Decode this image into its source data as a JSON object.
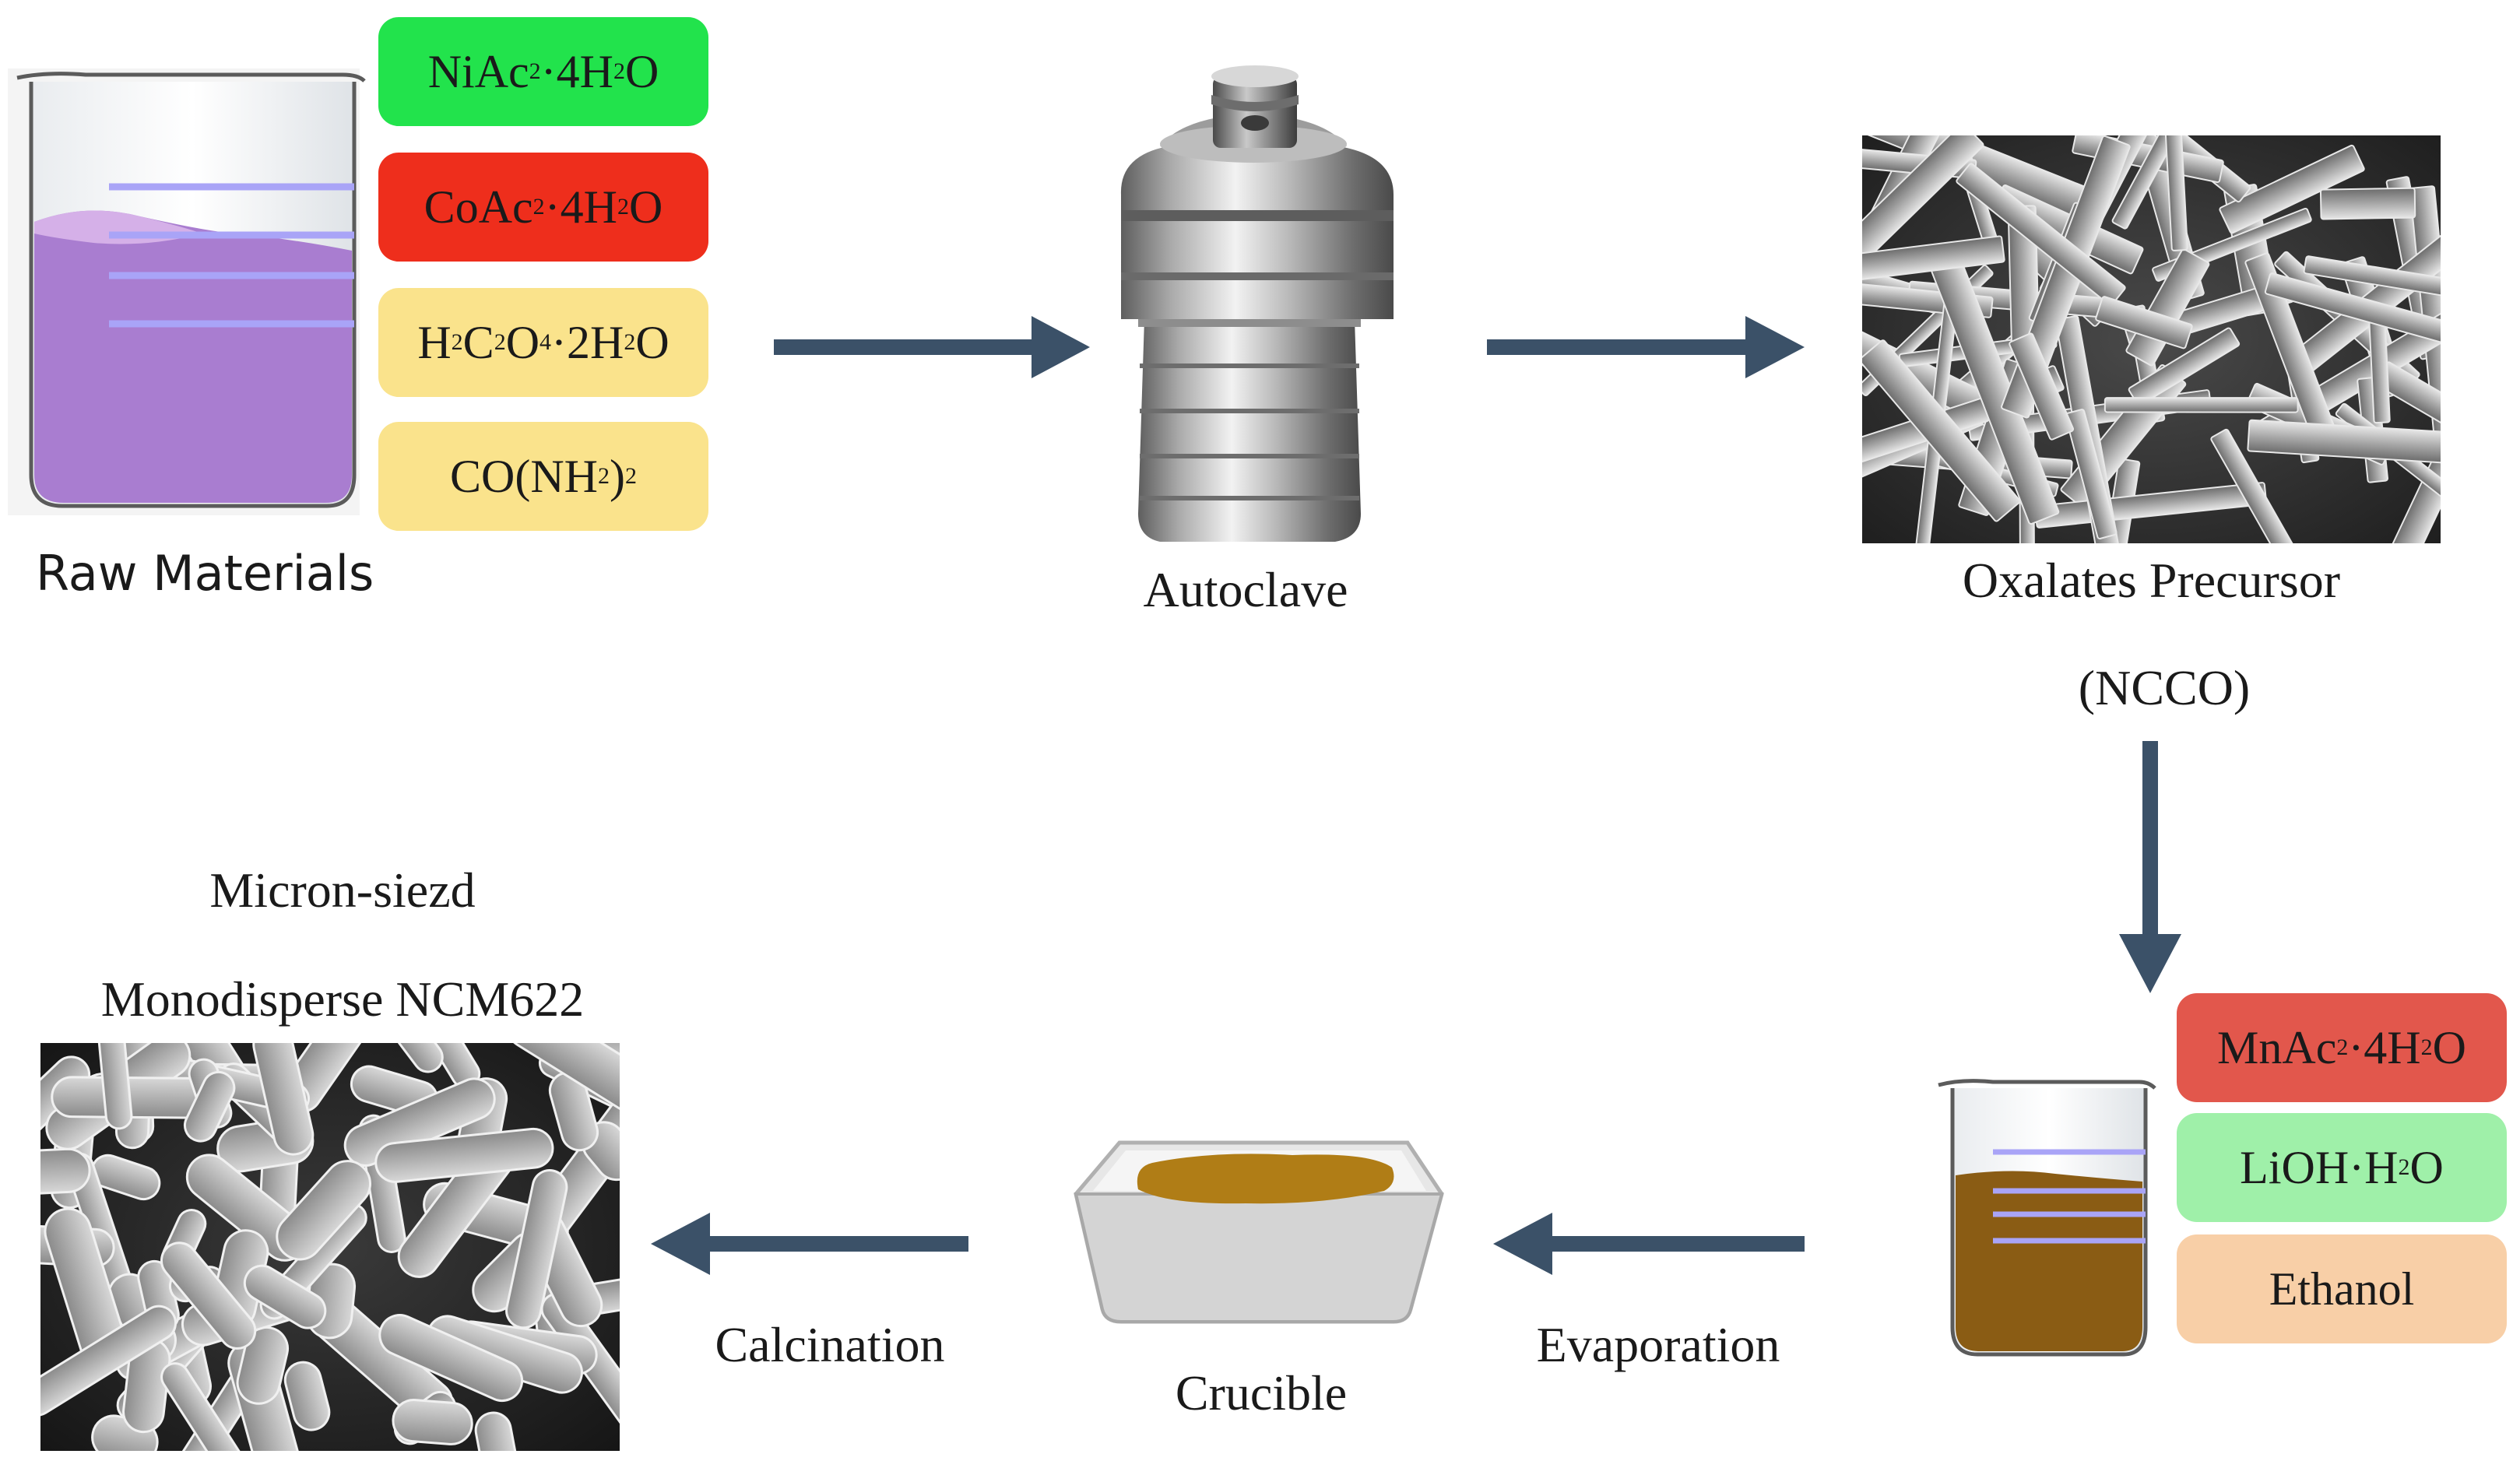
{
  "raw_materials": {
    "label": "Raw Materials",
    "chips": [
      {
        "color": "#22e34c",
        "parts": [
          [
            "NiAc",
            ""
          ],
          [
            "2",
            "sub"
          ],
          [
            "·4H",
            ""
          ],
          [
            "2",
            "sub"
          ],
          [
            "O",
            ""
          ]
        ]
      },
      {
        "color": "#ee2e1c",
        "parts": [
          [
            "CoAc",
            ""
          ],
          [
            "2",
            "sub"
          ],
          [
            "·4H",
            ""
          ],
          [
            "2",
            "sub"
          ],
          [
            "O",
            ""
          ]
        ]
      },
      {
        "color": "#fae38c",
        "parts": [
          [
            "H",
            ""
          ],
          [
            "2",
            "sub"
          ],
          [
            "C",
            ""
          ],
          [
            "2",
            "sub"
          ],
          [
            "O",
            ""
          ],
          [
            "4",
            "sub"
          ],
          [
            "·2H",
            ""
          ],
          [
            "2",
            "sub"
          ],
          [
            "O",
            ""
          ]
        ]
      },
      {
        "color": "#fae38c",
        "parts": [
          [
            "CO(NH",
            ""
          ],
          [
            "2",
            "sub"
          ],
          [
            ")",
            ""
          ],
          [
            "2",
            "sub"
          ]
        ]
      }
    ],
    "liquid_color": "#a97dd0"
  },
  "autoclave": {
    "label": "Autoclave"
  },
  "precursor": {
    "label_line1": "Oxalates Precursor",
    "label_line2": "(NCCO)"
  },
  "mixing": {
    "chips": [
      {
        "color": "#e2574c",
        "parts": [
          [
            "MnAc",
            ""
          ],
          [
            "2",
            "sub"
          ],
          [
            "·4H",
            ""
          ],
          [
            "2",
            "sub"
          ],
          [
            "O",
            ""
          ]
        ]
      },
      {
        "color": "#9ff0a9",
        "parts": [
          [
            "LiOH·H",
            ""
          ],
          [
            "2",
            "sub"
          ],
          [
            "O",
            ""
          ]
        ]
      },
      {
        "color": "#f8cfa7",
        "parts": [
          [
            "Ethanol",
            ""
          ]
        ]
      }
    ],
    "liquid_color": "#8a5c14"
  },
  "evaporation": {
    "label": "Evaporation"
  },
  "crucible": {
    "label": "Crucible",
    "content_color": "#b07d16"
  },
  "calcination": {
    "label": "Calcination"
  },
  "product": {
    "label_line1": "Micron-siezd",
    "label_line2": "Monodisperse NCM622"
  },
  "colors": {
    "arrow": "#3b5168"
  }
}
